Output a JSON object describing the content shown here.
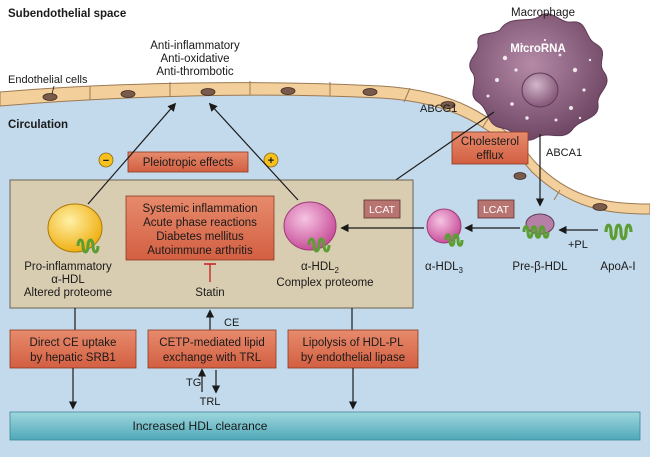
{
  "regions": {
    "subendothelial": "Subendothelial space",
    "circulation": "Circulation"
  },
  "labels": {
    "endothelial_cells": "Endothelial cells",
    "anti_inflammatory": "Anti-inflammatory",
    "anti_oxidative": "Anti-oxidative",
    "anti_thrombotic": "Anti-thrombotic",
    "macrophage": "Macrophage",
    "microrna": "MicroRNA",
    "abcg1": "ABCG1",
    "abca1": "ABCA1",
    "cholesterol_efflux_1": "Cholesterol",
    "cholesterol_efflux_2": "efflux",
    "pleiotropic": "Pleiotropic effects",
    "minus": "−",
    "plus": "+",
    "lcat": "LCAT",
    "lcat2": "LCAT",
    "plus_pl": "+PL",
    "apoa1": "ApoA-I",
    "pre_beta": "Pre-β-HDL",
    "hdl3_main": "α-HDL",
    "hdl3_sub": "3",
    "hdl2_main": "α-HDL",
    "hdl2_sub": "2",
    "complex_proteome": "Complex proteome",
    "pro_inflam_1": "Pro-inflammatory",
    "pro_inflam_2": "α-HDL",
    "pro_inflam_3": "Altered proteome",
    "conditions": [
      "Systemic inflammation",
      "Acute phase reactions",
      "Diabetes mellitus",
      "Autoimmune arthritis"
    ],
    "statin": "Statin",
    "ce": "CE",
    "tg": "TG",
    "trl": "TRL",
    "direct_ce_1": "Direct CE uptake",
    "direct_ce_2": "by hepatic SRB1",
    "cetp_1": "CETP-mediated lipid",
    "cetp_2": "exchange with TRL",
    "lipolysis_1": "Lipolysis of HDL-PL",
    "lipolysis_2": "by endothelial lipase",
    "clearance": "Increased HDL clearance"
  },
  "colors": {
    "circulation_bg": "#c3daec",
    "tan_box": "#d9cdb1",
    "orange_box": "#d9694a",
    "cell_fill": "#f3cf9c",
    "macrophage": "#8e6280",
    "pink_particle": "#d66fae",
    "yellow_particle": "#f6c11e",
    "apoa_green": "#5c9e34",
    "teal_bar": "#5fb8c6"
  }
}
